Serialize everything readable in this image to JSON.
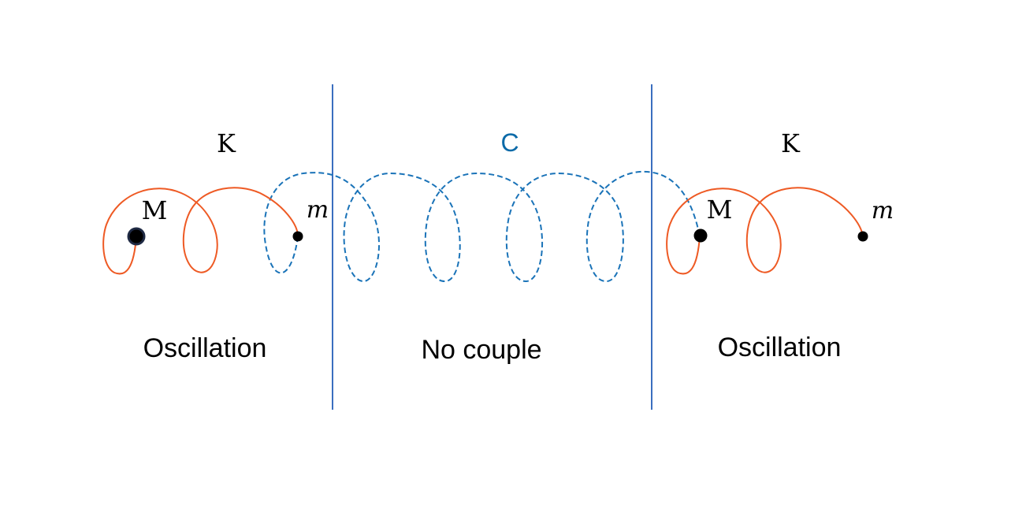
{
  "colors": {
    "spring_k": "#ee5a24",
    "spring_c": "#1a73b8",
    "divider": "#3b6fbf",
    "mass": "#000000",
    "mass_ring": "#1f2a44",
    "text": "#000000",
    "c_label": "#0b6aa8"
  },
  "left": {
    "spring_label": "K",
    "mass_big_label": "M",
    "mass_small_label": "m",
    "region_label": "Oscillation"
  },
  "middle": {
    "spring_label": "C",
    "region_label": "No couple"
  },
  "right": {
    "spring_label": "K",
    "mass_big_label": "M",
    "mass_small_label": "m",
    "region_label": "Oscillation"
  }
}
